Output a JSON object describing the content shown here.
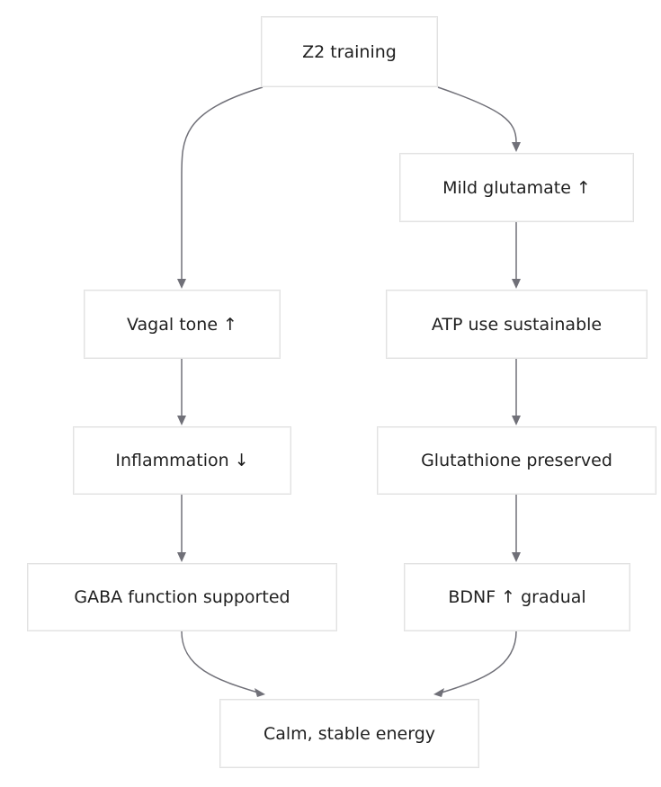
{
  "nodes": {
    "z2": "Z2 training",
    "glut": "Mild glutamate ↑",
    "vagal": "Vagal tone ↑",
    "atp": "ATP use sustainable",
    "inflam": "Inflammation ↓",
    "gluta": "Glutathione preserved",
    "gaba": "GABA function supported",
    "bdnf": "BDNF ↑ gradual",
    "calm": "Calm, stable energy"
  },
  "colors": {
    "edge": "#707078",
    "node_border": "#e2e2e2",
    "node_fill": "#ffffff",
    "text": "#1f1f1f"
  }
}
